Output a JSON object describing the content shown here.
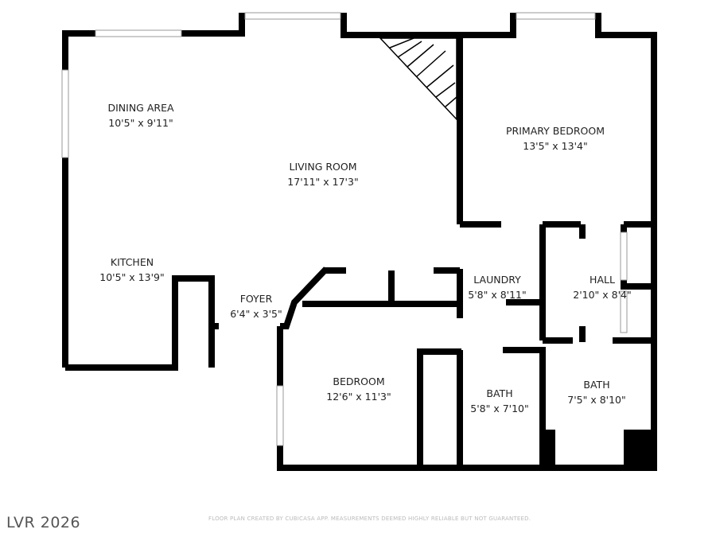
{
  "rooms": [
    {
      "name": "DINING AREA",
      "size": "10'5\" x 9'11\""
    },
    {
      "name": "LIVING ROOM",
      "size": "17'11\" x 17'3\""
    },
    {
      "name": "PRIMARY BEDROOM",
      "size": "13'5\" x 13'4\""
    },
    {
      "name": "KITCHEN",
      "size": "10'5\" x 13'9\""
    },
    {
      "name": "FOYER",
      "size": "6'4\" x 3'5\""
    },
    {
      "name": "LAUNDRY",
      "size": "5'8\" x 8'11\""
    },
    {
      "name": "HALL",
      "size": "2'10\" x 8'4\""
    },
    {
      "name": "BEDROOM",
      "size": "12'6\" x 11'3\""
    },
    {
      "name": "BATH",
      "size": "5'8\" x 7'10\""
    },
    {
      "name": "BATH",
      "size": "7'5\" x 8'10\""
    }
  ],
  "watermark": "LVR 2026",
  "footer": "FLOOR PLAN CREATED BY CUBICASA APP. MEASUREMENTS DEEMED HIGHLY RELIABLE BUT NOT GUARANTEED.",
  "colors": {
    "wall": "#000000",
    "window": "#999999"
  }
}
